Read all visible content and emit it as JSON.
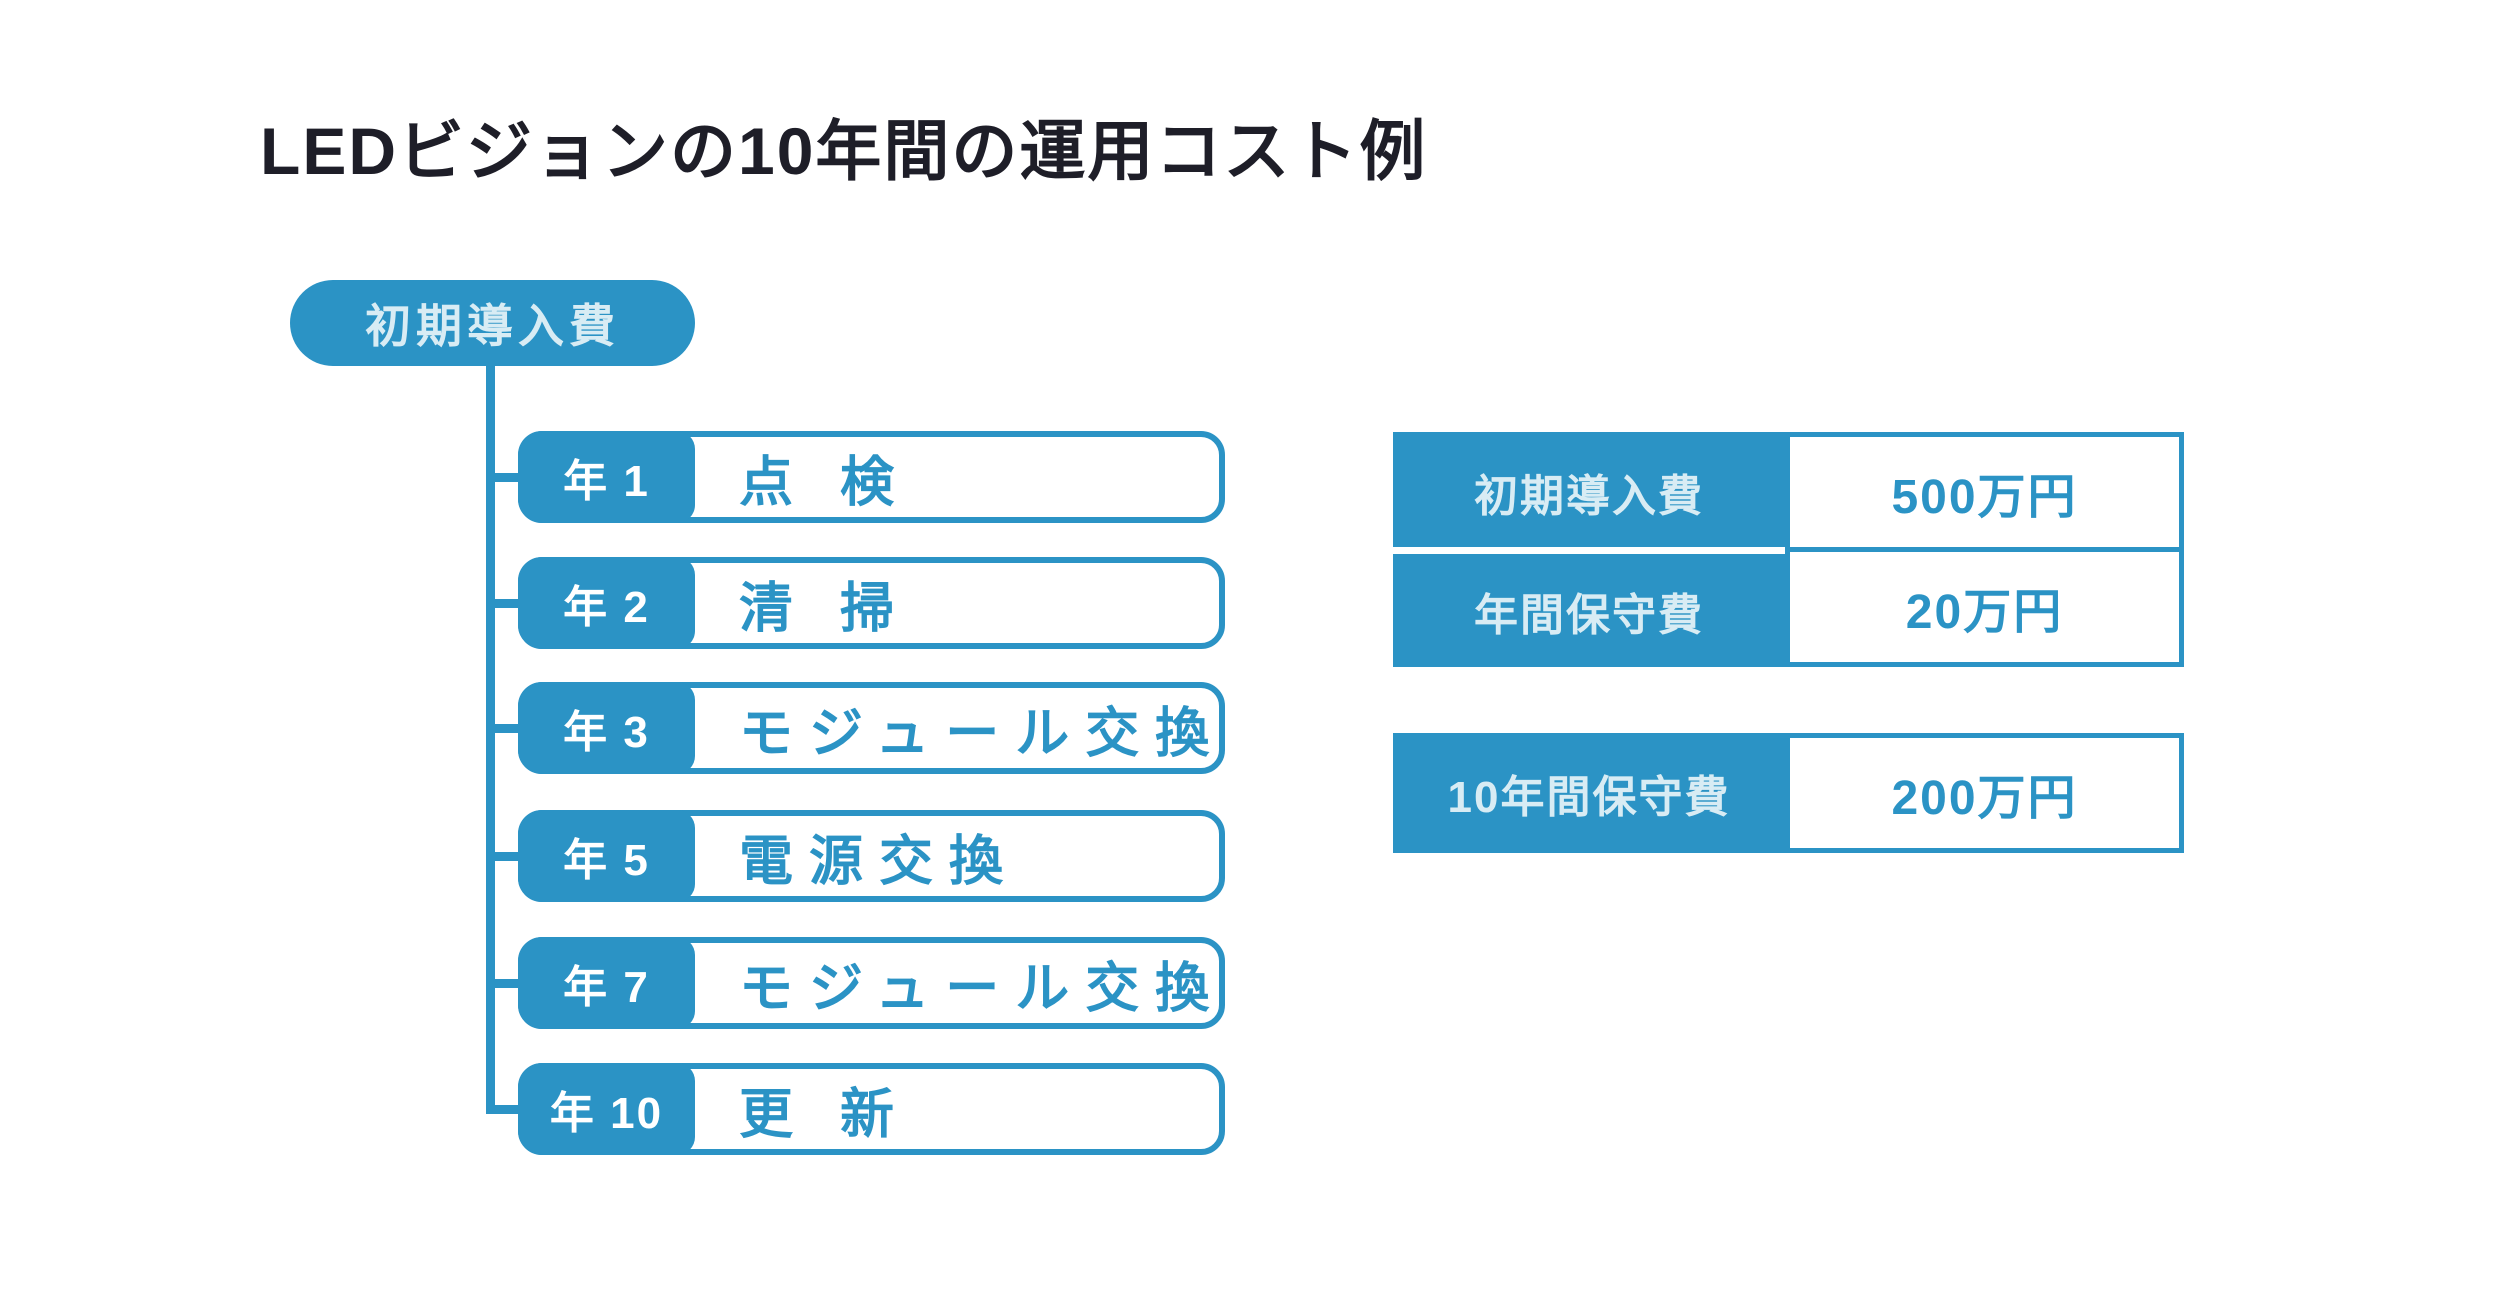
{
  "title": "LEDビジョンの10年間の運用コスト例",
  "colors": {
    "accent_blue": "#2b93c5",
    "pale_label_text": "#d8ecf4",
    "title_text": "#1e1e28"
  },
  "timeline": {
    "root_label": "初期導入費",
    "items": [
      {
        "year": "年 1",
        "label": "点 検"
      },
      {
        "year": "年 2",
        "label": "清 掃"
      },
      {
        "year": "年 3",
        "label": "モジュール交換"
      },
      {
        "year": "年 5",
        "label": "電源交換"
      },
      {
        "year": "年 7",
        "label": "モジュール交換"
      },
      {
        "year": "年 10",
        "label": "更 新"
      }
    ]
  },
  "cost_tables": [
    {
      "rows": [
        {
          "label": "初期導入費",
          "value": "500万円"
        },
        {
          "label": "年間保守費",
          "value": "20万円"
        }
      ]
    },
    {
      "rows": [
        {
          "label": "10年間保守費",
          "value": "200万円"
        }
      ]
    }
  ]
}
